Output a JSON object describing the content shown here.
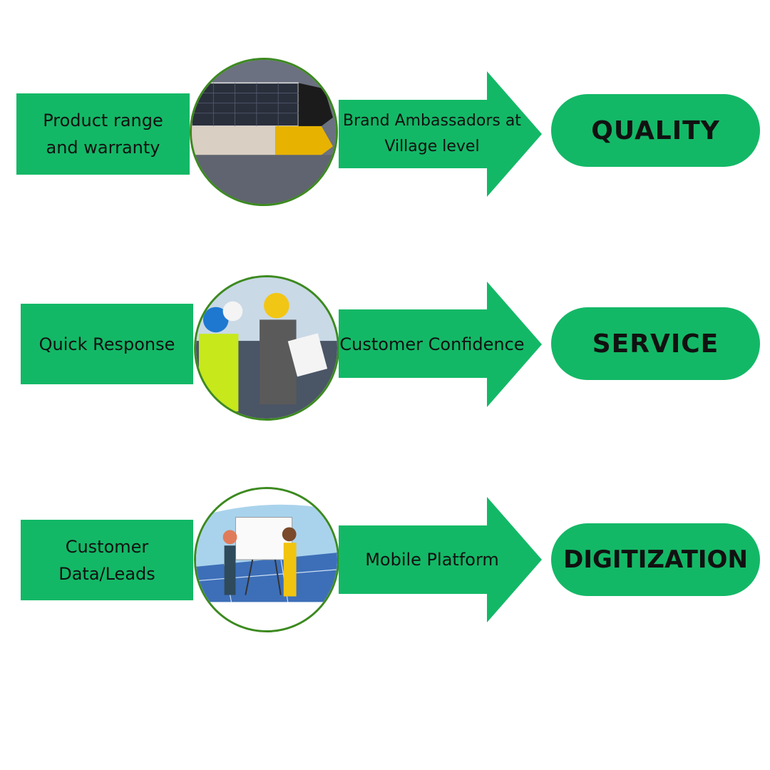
{
  "rows": [
    {
      "left_label": "Product range and warranty",
      "image": "solar-vehicle-photo",
      "arrow_label": "Brand Ambassadors at Village level",
      "outcome": "QUALITY"
    },
    {
      "left_label": "Quick Response",
      "image": "engineers-photo",
      "arrow_label": "Customer Confidence",
      "outcome": "SERVICE"
    },
    {
      "left_label": "Customer Data/Leads",
      "image": "presentation-illustration",
      "arrow_label": "Mobile Platform",
      "outcome": "DIGITIZATION"
    }
  ],
  "colors": {
    "green": "#13b866",
    "circle_border": "#3c8a1f"
  }
}
